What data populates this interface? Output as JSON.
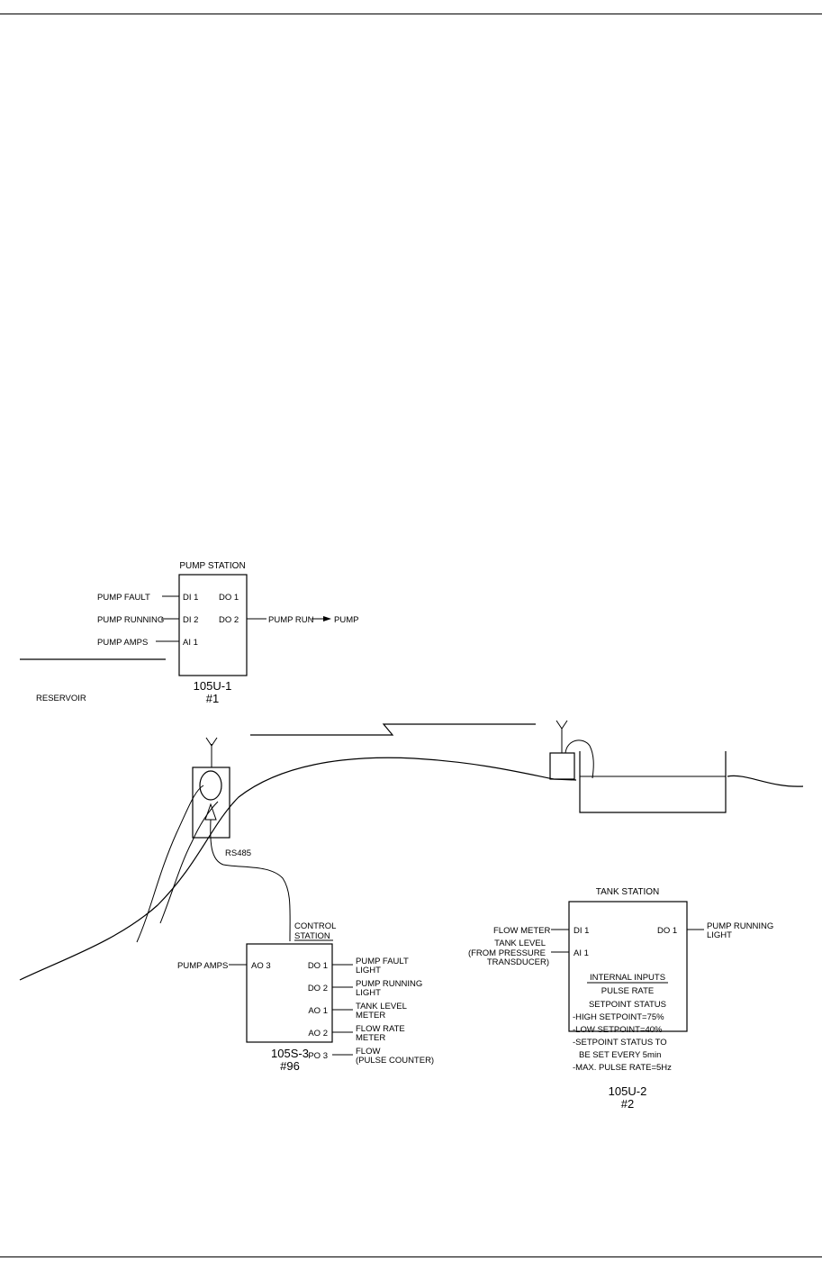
{
  "pump_station": {
    "title": "PUMP STATION",
    "inputs": [
      "PUMP FAULT",
      "PUMP RUNNING",
      "PUMP AMPS"
    ],
    "left_ports": [
      "DI 1",
      "DI 2",
      "AI 1"
    ],
    "right_ports": [
      "DO 1",
      "DO 2"
    ],
    "output_label": "PUMP RUN",
    "output_target": "PUMP",
    "model": "105U-1",
    "number": "#1"
  },
  "tank_station": {
    "title": "TANK STATION",
    "left_ports": [
      "DI 1",
      "AI 1"
    ],
    "right_ports": [
      "DO 1"
    ],
    "inputs": [
      "FLOW METER",
      "TANK LEVEL",
      "(FROM PRESSURE",
      "TRANSDUCER)"
    ],
    "outputs": [
      "PUMP RUNNING",
      "LIGHT"
    ],
    "internal_title": "INTERNAL INPUTS",
    "internal_lines": [
      "PULSE RATE",
      "SETPOINT STATUS",
      "-HIGH SETPOINT=75%",
      "-LOW SETPOINT=40%",
      "-SETPOINT STATUS TO",
      "BE SET EVERY 5min",
      "-MAX. PULSE RATE=5Hz"
    ],
    "model": "105U-2",
    "number": "#2"
  },
  "control_station": {
    "title_line1": "CONTROL",
    "title_line2": "STATION",
    "inputs": [
      "PUMP AMPS"
    ],
    "left_ports": [
      "AO 3"
    ],
    "right_ports": [
      "DO 1",
      "DO 2",
      "AO 1",
      "AO 2",
      "PO 3"
    ],
    "outputs": [
      [
        "PUMP FAULT",
        "LIGHT"
      ],
      [
        "PUMP RUNNING",
        "LIGHT"
      ],
      [
        "TANK LEVEL",
        "METER"
      ],
      [
        "FLOW RATE",
        "METER"
      ],
      [
        "FLOW",
        "(PULSE COUNTER)"
      ]
    ],
    "model": "105S-3",
    "number": "#96"
  },
  "landscape": {
    "link_label": "RS485",
    "reservoir_label": "RESERVOIR"
  }
}
